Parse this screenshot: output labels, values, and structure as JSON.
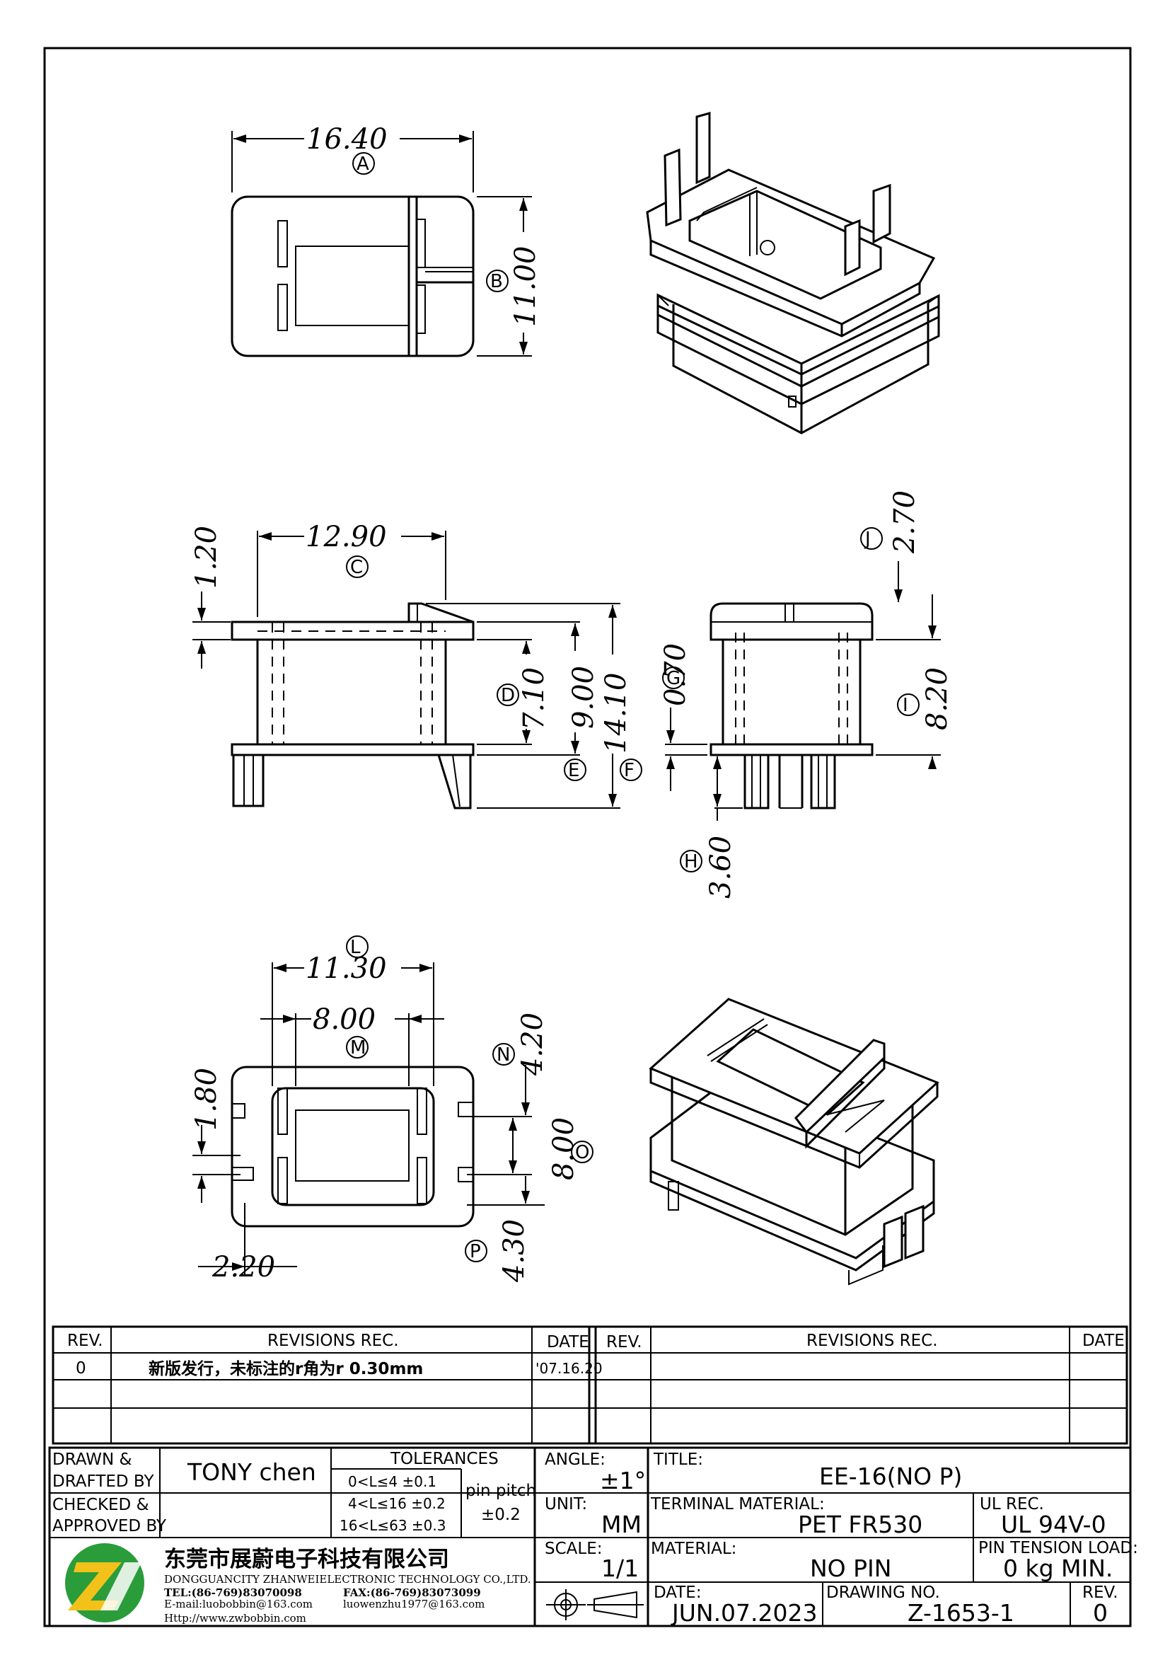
{
  "drawing": {
    "top_view": {
      "dim_A": "16.40",
      "dim_B": "11.00",
      "label_A": "A",
      "label_B": "B"
    },
    "front_view": {
      "dim_C": "12.90",
      "dim_120": "1.20",
      "dim_D": "7.10",
      "dim_E": "9.00",
      "dim_F": "14.10",
      "label_C": "C",
      "label_D": "D",
      "label_E": "E",
      "label_F": "F"
    },
    "side_view": {
      "dim_J": "2.70",
      "dim_G": "0.70",
      "dim_I": "8.20",
      "dim_H": "3.60",
      "label_J": "J",
      "label_G": "G",
      "label_I": "I",
      "label_H": "H"
    },
    "bottom_view": {
      "dim_L": "11.30",
      "dim_M": "8.00",
      "dim_180": "1.80",
      "dim_N": "4.20",
      "dim_O": "8.00",
      "dim_P": "4.30",
      "dim_220": "2.20",
      "label_L": "L",
      "label_M": "M",
      "label_N": "N",
      "label_O": "O",
      "label_P": "P"
    }
  },
  "revisions": {
    "headers": {
      "rev": "REV.",
      "rec": "REVISIONS   REC.",
      "date": "DATE"
    },
    "rows": [
      {
        "rev": "0",
        "rec": "新版发行，未标注的r角为r 0.30mm",
        "date": "'07.16.20"
      }
    ]
  },
  "title_block": {
    "drawn_label": "DRAWN &\nDRAFTED BY",
    "drawn_label_1": "DRAWN &",
    "drawn_label_2": "DRAFTED BY",
    "drawn_value": "TONY  chen",
    "checked_label_1": "CHECKED &",
    "checked_label_2": "APPROVED BY",
    "tolerances_title": "TOLERANCES",
    "tol_rows": [
      "0<L≤4   ±0.1",
      "4<L≤16  ±0.2",
      "16<L≤63  ±0.3"
    ],
    "pin_pitch": "pin pitch",
    "pin_pitch_tol": "±0.2",
    "angle_label": "ANGLE:",
    "angle_value": "±1°",
    "unit_label": "UNIT:",
    "unit_value": "MM",
    "scale_label": "SCALE:",
    "scale_value": "1/1",
    "title_label": "TITLE:",
    "title_value": "EE-16(NO  P)",
    "terminal_label": "TERMINAL  MATERIAL:",
    "terminal_value": "PET  FR530",
    "ul_label": "UL  REC.",
    "ul_value": "UL  94V-0",
    "material_label": "MATERIAL:",
    "material_value": "NO  PIN",
    "pin_tension_label": "PIN  TENSION  LOAD:",
    "pin_tension_value": "0  kg  MIN.",
    "date_label": "DATE:",
    "date_value": "JUN.07.2023",
    "drawing_no_label": "DRAWING  NO.",
    "drawing_no_value": "Z-1653-1",
    "rev_label": "REV.",
    "rev_value": "0",
    "company_cn": "东莞市展蔚电子科技有限公司",
    "company_en": "DONGGUANCITY ZHANWEIELECTRONIC TECHNOLOGY CO.,LTD.",
    "tel": "TEL:(86-769)83070098",
    "fax": "FAX:(86-769)83073099",
    "email": "E-mail:luobobbin@163.com",
    "email2": "luowenzhu1977@163.com",
    "web": "Http://www.zwbobbin.com",
    "logo_text": "ZW",
    "logo_colors": {
      "green": "#2a9d3a",
      "yellow": "#f2c21a"
    }
  }
}
